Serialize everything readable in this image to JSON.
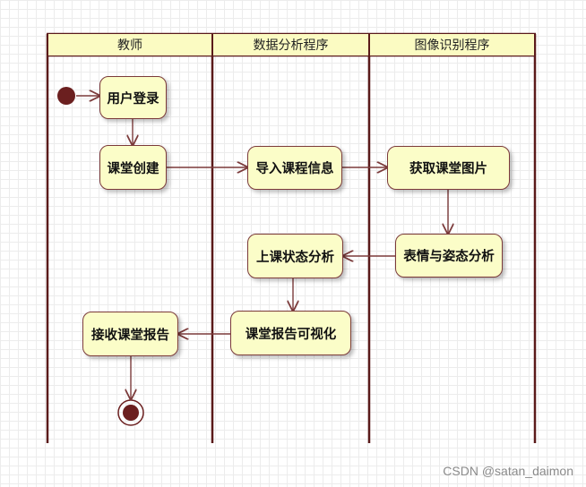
{
  "lanes": {
    "teacher": "教师",
    "analysis": "数据分析程序",
    "recognition": "图像识别程序"
  },
  "nodes": {
    "login": "用户登录",
    "create_class": "课堂创建",
    "import_info": "导入课程信息",
    "get_images": "获取课堂图片",
    "expression_analysis": "表情与姿态分析",
    "status_analysis": "上课状态分析",
    "report_visualize": "课堂报告可视化",
    "receive_report": "接收课堂报告"
  },
  "watermark": "CSDN @satan_daimon",
  "colors": {
    "node_fill": "#fbfdc8",
    "border": "#6b1f1f",
    "header_fill": "#fbfbc2"
  }
}
